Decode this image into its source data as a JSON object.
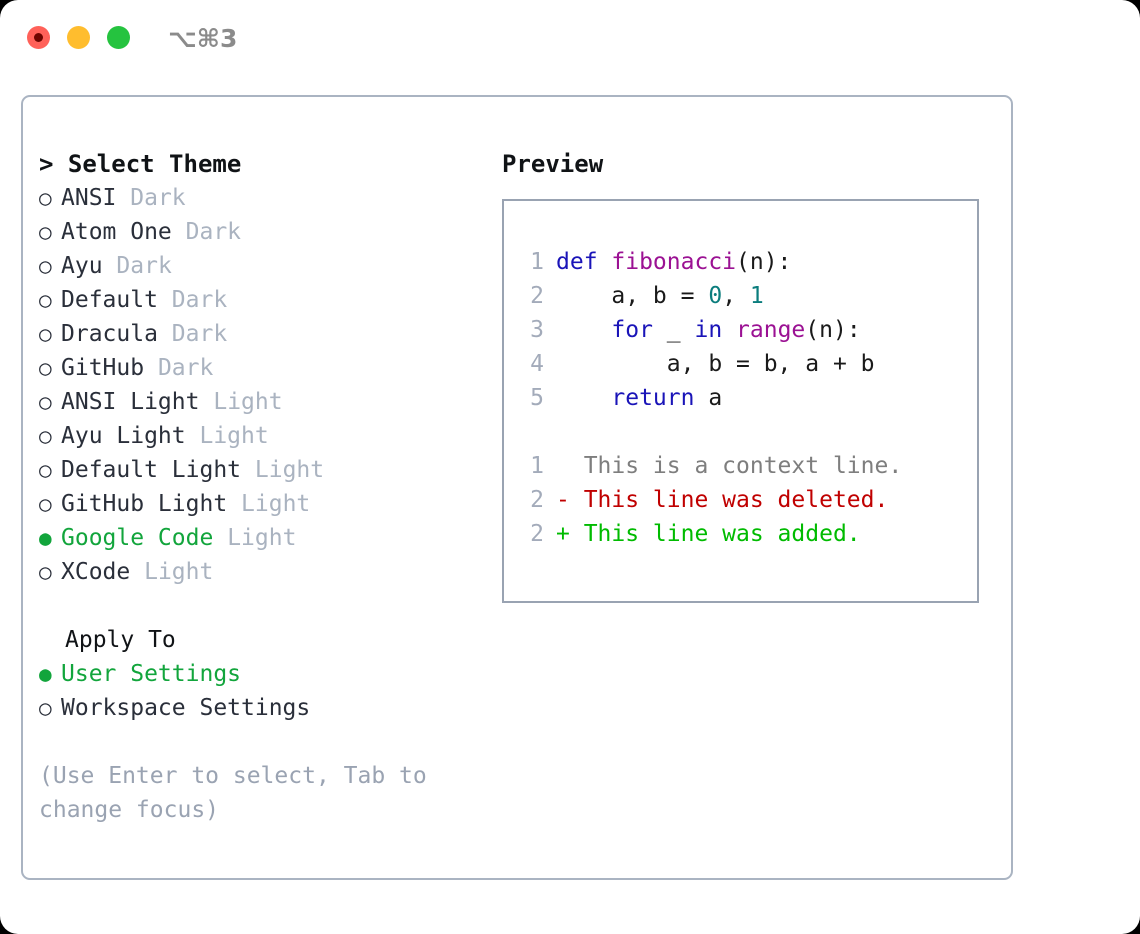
{
  "titlebar": {
    "traffic_lights": [
      "close-red",
      "minimize-yellow",
      "maximize-green"
    ],
    "shortcut": "⌥⌘3"
  },
  "left_panel": {
    "heading": "> Select Theme",
    "themes": [
      {
        "bullet": "○",
        "name": "ANSI",
        "variant": "Dark",
        "selected": false
      },
      {
        "bullet": "○",
        "name": "Atom One",
        "variant": "Dark",
        "selected": false
      },
      {
        "bullet": "○",
        "name": "Ayu",
        "variant": "Dark",
        "selected": false
      },
      {
        "bullet": "○",
        "name": "Default",
        "variant": "Dark",
        "selected": false
      },
      {
        "bullet": "○",
        "name": "Dracula",
        "variant": "Dark",
        "selected": false
      },
      {
        "bullet": "○",
        "name": "GitHub",
        "variant": "Dark",
        "selected": false
      },
      {
        "bullet": "○",
        "name": "ANSI Light",
        "variant": "Light",
        "selected": false
      },
      {
        "bullet": "○",
        "name": "Ayu Light",
        "variant": "Light",
        "selected": false
      },
      {
        "bullet": "○",
        "name": "Default Light",
        "variant": "Light",
        "selected": false
      },
      {
        "bullet": "○",
        "name": "GitHub Light",
        "variant": "Light",
        "selected": false
      },
      {
        "bullet": "●",
        "name": "Google Code",
        "variant": "Light",
        "selected": true
      },
      {
        "bullet": "○",
        "name": "XCode",
        "variant": "Light",
        "selected": false
      }
    ],
    "apply_to": {
      "heading": "Apply To",
      "options": [
        {
          "bullet": "●",
          "label": "User Settings",
          "selected": true
        },
        {
          "bullet": "○",
          "label": "Workspace Settings",
          "selected": false
        }
      ]
    },
    "hint": "(Use Enter to select, Tab to change focus)"
  },
  "right_panel": {
    "heading": "Preview",
    "code_lines": [
      {
        "no": "1",
        "tokens": [
          {
            "t": "def ",
            "c": "kw"
          },
          {
            "t": "fibonacci",
            "c": "fn"
          },
          {
            "t": "(n):",
            "c": "plain"
          }
        ]
      },
      {
        "no": "2",
        "tokens": [
          {
            "t": "    a, b = ",
            "c": "plain"
          },
          {
            "t": "0",
            "c": "num"
          },
          {
            "t": ", ",
            "c": "plain"
          },
          {
            "t": "1",
            "c": "num"
          }
        ]
      },
      {
        "no": "3",
        "tokens": [
          {
            "t": "    ",
            "c": "plain"
          },
          {
            "t": "for",
            "c": "kw"
          },
          {
            "t": " _ ",
            "c": "plain"
          },
          {
            "t": "in",
            "c": "kw"
          },
          {
            "t": " ",
            "c": "plain"
          },
          {
            "t": "range",
            "c": "fn"
          },
          {
            "t": "(n):",
            "c": "plain"
          }
        ]
      },
      {
        "no": "4",
        "tokens": [
          {
            "t": "        a, b = b, a + b",
            "c": "plain"
          }
        ]
      },
      {
        "no": "5",
        "tokens": [
          {
            "t": "    ",
            "c": "plain"
          },
          {
            "t": "return",
            "c": "kw"
          },
          {
            "t": " a",
            "c": "plain"
          }
        ]
      }
    ],
    "diff_lines": [
      {
        "no": "1",
        "text": "  This is a context line.",
        "kind": "ctx"
      },
      {
        "no": "2",
        "text": "- This line was deleted.",
        "kind": "del"
      },
      {
        "no": "2",
        "text": "+ This line was added.",
        "kind": "add"
      }
    ]
  },
  "colors": {
    "accent_green": "#12a53c",
    "muted": "#aab3c0",
    "hint": "#9aa3b2",
    "border": "#aab4c2",
    "code_border": "#99a3b2",
    "keyword": "#1a14b8",
    "function": "#9b1193",
    "number": "#0b7d7d",
    "diff_deleted": "#c00000",
    "diff_added": "#00bb00",
    "diff_context": "#7e7e7e",
    "lineno": "#a3abba"
  }
}
